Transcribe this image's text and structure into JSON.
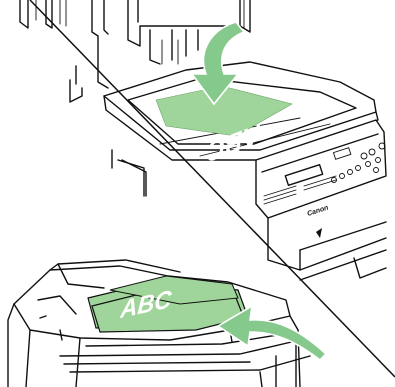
{
  "illustration": {
    "top_document_text": "ABC",
    "bottom_document_text": "ABC",
    "brand_logo_text": "Canon",
    "colors": {
      "document_fill": "#9fd59a",
      "arrow_fill": "#86c98d",
      "outline": "#111111",
      "background": "#ffffff"
    },
    "icons": [
      "platen-glass",
      "adf-feeder",
      "down-arrow",
      "left-arrow",
      "diagonal-divider"
    ]
  }
}
